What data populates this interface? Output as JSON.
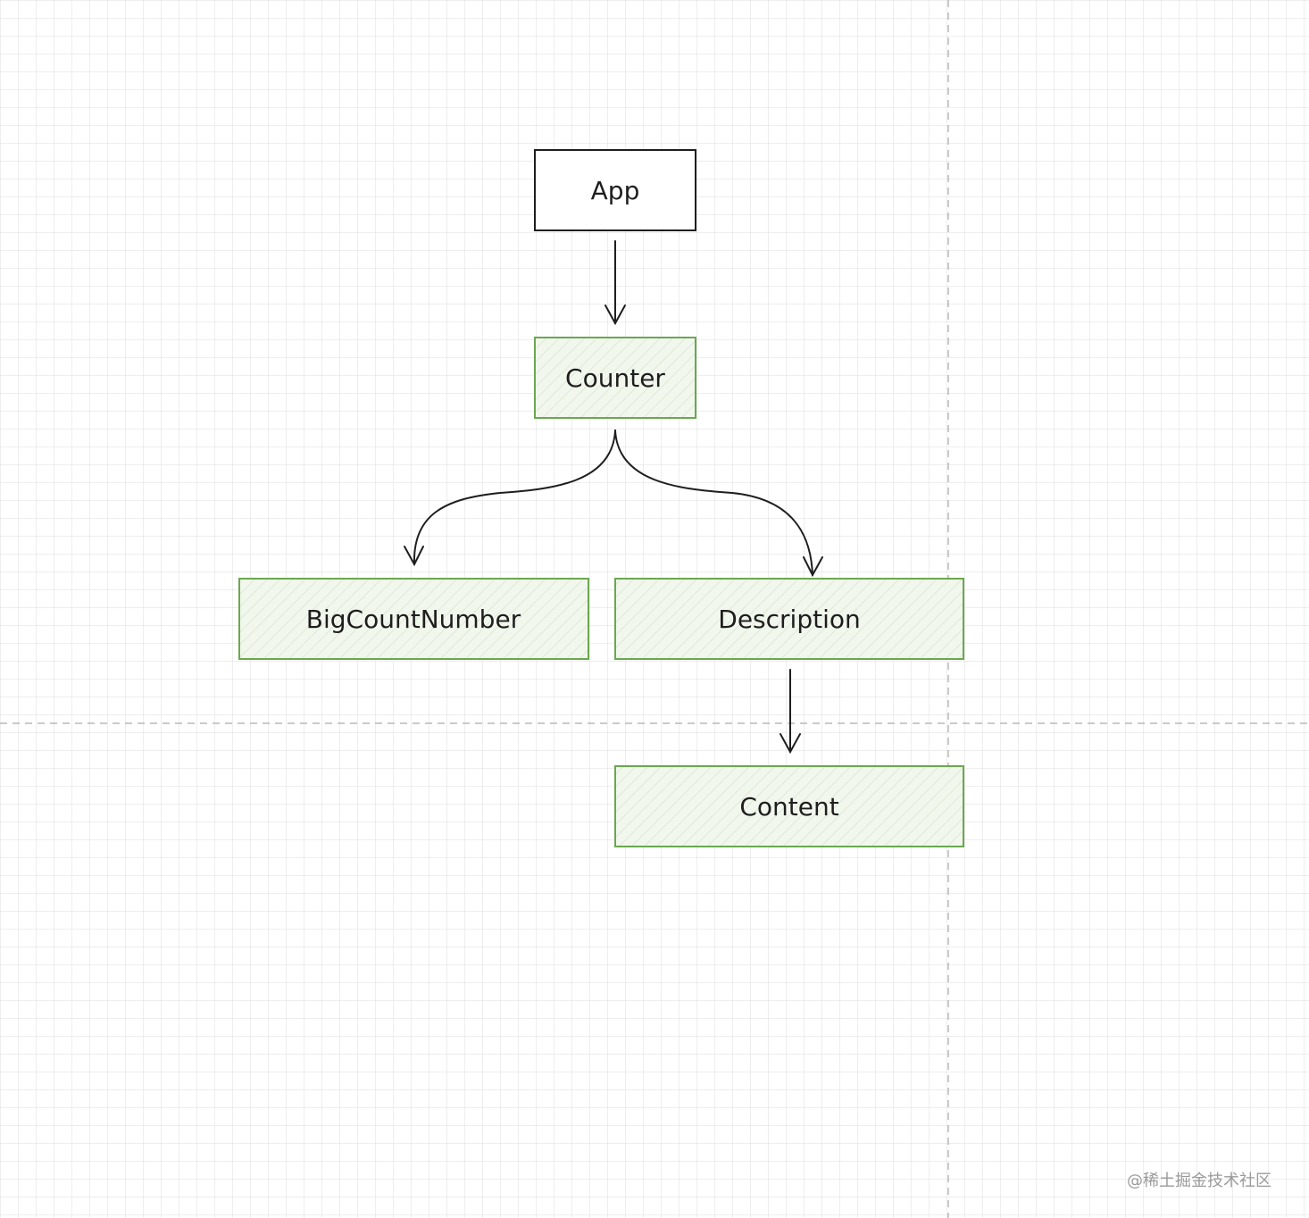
{
  "diagram": {
    "nodes": {
      "app": "App",
      "counter": "Counter",
      "big_count_number": "BigCountNumber",
      "description": "Description",
      "content": "Content"
    },
    "edges": [
      {
        "from": "App",
        "to": "Counter"
      },
      {
        "from": "Counter",
        "to": "BigCountNumber"
      },
      {
        "from": "Counter",
        "to": "Description"
      },
      {
        "from": "Description",
        "to": "Content"
      }
    ]
  },
  "colors": {
    "grid_line": "#dcdcdc",
    "page_guide": "#b8b8b8",
    "root_border": "#1e1e1e",
    "child_border": "#6aa84f",
    "child_fill": "#f2f7ee",
    "child_hatch": "#dde9d4",
    "arrow": "#1e1e1e",
    "text": "#1e1e1e"
  },
  "watermark": "@稀土掘金技术社区"
}
